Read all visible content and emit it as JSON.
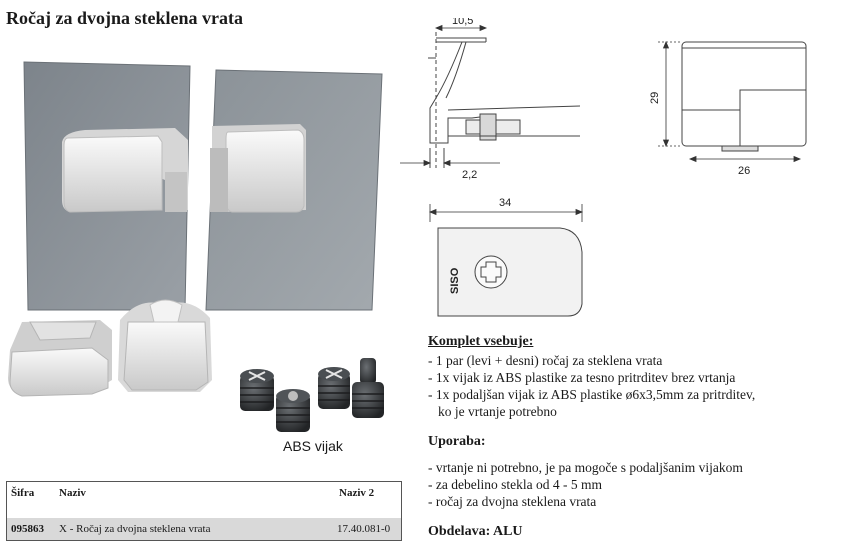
{
  "title": "Ročaj za dvojna steklena vrata",
  "photo": {
    "caption": "ABS vijak"
  },
  "drawings": {
    "side": {
      "dim_top": "10,5",
      "dim_bottom": "2,2"
    },
    "front": {
      "dim_height": "29",
      "dim_width": "26"
    },
    "plate": {
      "dim_width": "34",
      "brand": "SISO"
    }
  },
  "kit": {
    "title": "Komplet vsebuje:",
    "items": [
      "1 par (levi + desni) ročaj za steklena vrata",
      "1x vijak iz ABS plastike za tesno pritrditev brez vrtanja",
      "1x podaljšan vijak iz ABS plastike ø6x3,5mm za pritrditev,"
    ],
    "continuation": "ko je vrtanje potrebno"
  },
  "usage": {
    "title": "Uporaba:",
    "items": [
      "vrtanje ni potrebno, je pa mogoče s podaljšanim vijakom",
      "za debelino stekla od 4 - 5 mm",
      "ročaj za dvojna steklena vrata"
    ]
  },
  "finish": {
    "label": "Obdelava:",
    "value": "ALU"
  },
  "table": {
    "headers": {
      "code": "Šifra",
      "name": "Naziv",
      "name2": "Naziv 2"
    },
    "row": {
      "code": "095863",
      "name": "X - Ročaj za dvojna steklena vrata",
      "name2": "17.40.081-0"
    }
  },
  "colors": {
    "glass": "#8d949b",
    "handle": "#eeeeee",
    "row_bg": "#d9d9d9",
    "screw": "#3a3d40"
  }
}
